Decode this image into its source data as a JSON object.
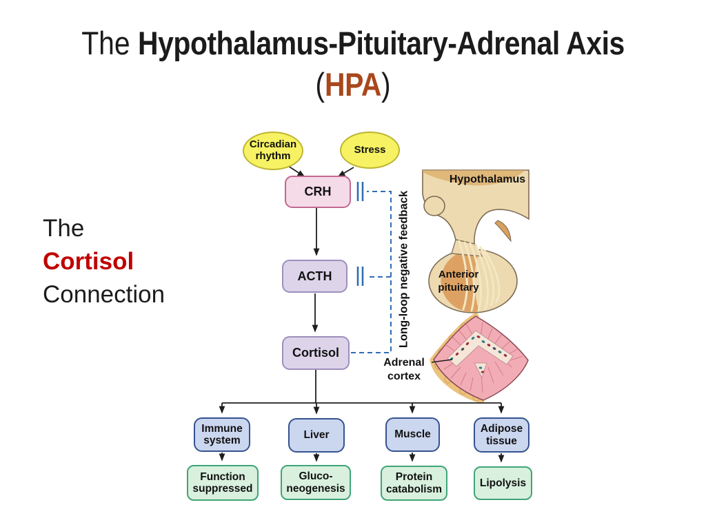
{
  "slide_title": {
    "prefix": "The ",
    "main": "Hypothalamus-Pituitary-Adrenal Axis",
    "open_paren": "(",
    "acronym": "HPA",
    "close_paren": ")"
  },
  "side_caption": {
    "line1": "The",
    "line2": "Cortisol",
    "line3": "Connection"
  },
  "diagram": {
    "stimuli": {
      "circadian": "Circadian rhythm",
      "stress": "Stress"
    },
    "cascade": {
      "crh": "CRH",
      "acth": "ACTH",
      "cortisol": "Cortisol"
    },
    "feedback_label": "Long-loop negative feedback",
    "anatomy": {
      "hypothalamus": "Hypothalamus",
      "anterior_pituitary": "Anterior pituitary",
      "adrenal_cortex": "Adrenal cortex"
    },
    "targets": [
      {
        "organ": "Immune system",
        "effect": "Function suppressed"
      },
      {
        "organ": "Liver",
        "effect": "Gluco-neogenesis"
      },
      {
        "organ": "Muscle",
        "effect": "Protein catabolism"
      },
      {
        "organ": "Adipose tissue",
        "effect": "Lipolysis"
      }
    ]
  },
  "colors": {
    "title_accent": "#A8481C",
    "caption_accent": "#C00000",
    "stimulus_fill": "#F6F263",
    "stimulus_border": "#BDB431",
    "crh_fill": "#F5DAE8",
    "crh_border": "#C0688F",
    "hormone_fill": "#DDD4EA",
    "hormone_border": "#9C8FBC",
    "organ_fill": "#CBD6EF",
    "organ_border": "#34528F",
    "effect_fill": "#D8F0DD",
    "effect_border": "#3FA477",
    "feedback_blue": "#2E6DB4",
    "arrow": "#1E1E1E"
  }
}
